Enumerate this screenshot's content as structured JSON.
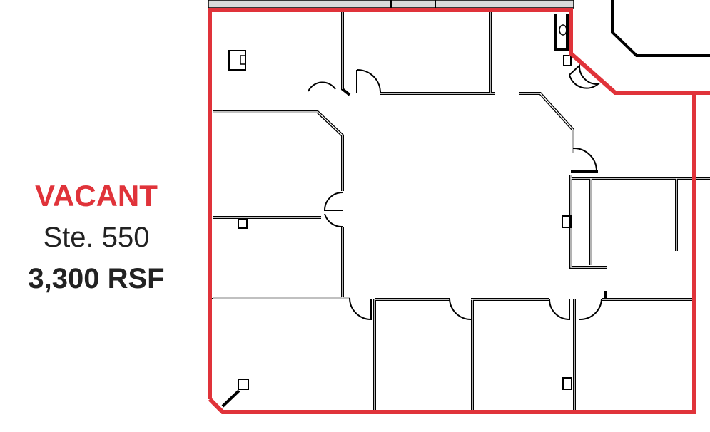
{
  "suite_label": {
    "status": "VACANT",
    "suite": "Ste. 550",
    "area": "3,300 RSF"
  },
  "colors": {
    "highlight": "#e0333a",
    "walls": "#000000",
    "adjacent_fill": "#d9d9d9"
  }
}
